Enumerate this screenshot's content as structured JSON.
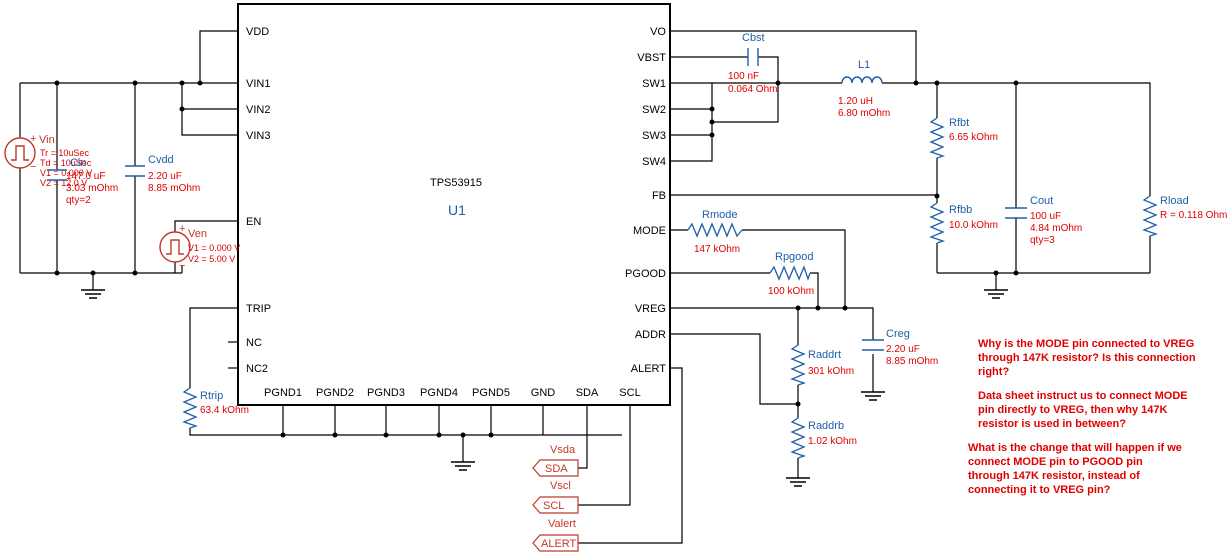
{
  "ic": {
    "part": "TPS53915",
    "ref": "U1",
    "pins_left": [
      "VDD",
      "VIN1",
      "VIN2",
      "VIN3",
      "EN",
      "TRIP",
      "NC",
      "NC2"
    ],
    "pins_right": [
      "VO",
      "VBST",
      "SW1",
      "SW2",
      "SW3",
      "SW4",
      "FB",
      "MODE",
      "PGOOD",
      "VREG",
      "ADDR",
      "ALERT"
    ],
    "pins_bottom": [
      "PGND1",
      "PGND2",
      "PGND3",
      "PGND4",
      "PGND5",
      "GND",
      "SDA",
      "SCL"
    ]
  },
  "components": {
    "vin": {
      "ref": "Vin",
      "tr": "Tr = 10uSec",
      "td": "Td = 10uSec",
      "v1": "V1 = 0.000 V",
      "v2": "V2 = 12.0 V"
    },
    "cin": {
      "ref": "Cin",
      "value": "147.0 uF",
      "esr": "3.03 mOhm",
      "qty": "qty=2"
    },
    "cvdd": {
      "ref": "Cvdd",
      "value": "2.20 uF",
      "esr": "8.85 mOhm"
    },
    "ven": {
      "ref": "Ven",
      "v1": "V1 = 0.000 V",
      "v2": "V2 = 5.00 V"
    },
    "cbst": {
      "ref": "Cbst",
      "value": "100 nF",
      "esr": "0.064 Ohm"
    },
    "l1": {
      "ref": "L1",
      "value": "1.20 uH",
      "dcr": "6.80 mOhm"
    },
    "rfbt": {
      "ref": "Rfbt",
      "value": "6.65 kOhm"
    },
    "rfbb": {
      "ref": "Rfbb",
      "value": "10.0 kOhm"
    },
    "cout": {
      "ref": "Cout",
      "value": "100 uF",
      "esr": "4.84 mOhm",
      "qty": "qty=3"
    },
    "rload": {
      "ref": "Rload",
      "value": "R = 0.118 Ohm"
    },
    "rmode": {
      "ref": "Rmode",
      "value": "147 kOhm"
    },
    "rpgood": {
      "ref": "Rpgood",
      "value": "100 kOhm"
    },
    "creg": {
      "ref": "Creg",
      "value": "2.20 uF",
      "esr": "8.85 mOhm"
    },
    "raddrt": {
      "ref": "Raddrt",
      "value": "301 kOhm"
    },
    "raddrb": {
      "ref": "Raddrb",
      "value": "1.02 kOhm"
    },
    "rtrip": {
      "ref": "Rtrip",
      "value": "63.4 kOhm"
    }
  },
  "ports": {
    "sda": {
      "name": "Vsda",
      "label": "SDA"
    },
    "scl": {
      "name": "Vscl",
      "label": "SCL"
    },
    "alert": {
      "name": "Valert",
      "label": "ALERT"
    }
  },
  "questions": {
    "q1": [
      "Why is the MODE pin connected to VREG",
      "through 147K resistor? Is this connection",
      "right?"
    ],
    "q2": [
      "Data sheet instruct us to connect MODE",
      "pin directly to VREG, then why 147K",
      "resistor is used in between?"
    ],
    "q3": [
      "What is the change that will happen if we",
      "connect MODE pin to PGOOD pin",
      "through 147K resistor, instead of",
      "connecting it to VREG pin?"
    ]
  }
}
